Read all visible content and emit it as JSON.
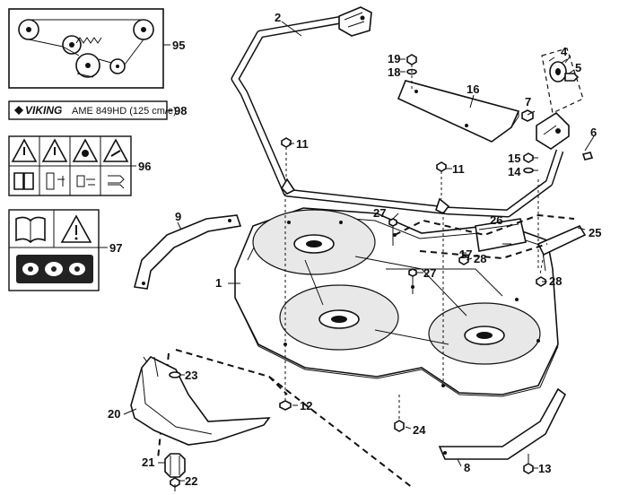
{
  "decal_label": {
    "brand": "VIKING",
    "model": "AME 849HD (125 cm/e)"
  },
  "callouts": {
    "c1": "1",
    "c2": "2",
    "c4": "4",
    "c5": "5",
    "c6": "6",
    "c7": "7",
    "c8": "8",
    "c9": "9",
    "c11a": "11",
    "c11b": "11",
    "c12": "12",
    "c13": "13",
    "c14": "14",
    "c15": "15",
    "c16": "16",
    "c17": "17",
    "c18": "18",
    "c19": "19",
    "c20": "20",
    "c21": "21",
    "c22": "22",
    "c23": "23",
    "c24": "24",
    "c25": "25",
    "c26": "26",
    "c27a": "27",
    "c27b": "27",
    "c28a": "28",
    "c28b": "28",
    "c95": "95",
    "c96": "96",
    "c97": "97",
    "c98": "98"
  }
}
